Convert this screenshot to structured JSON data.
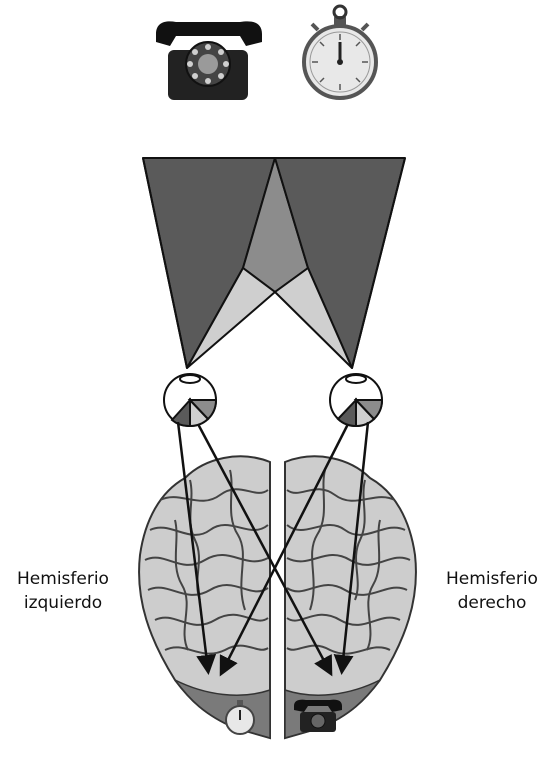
{
  "hemispheres": {
    "left_label_line1": "Hemisferio",
    "left_label_line2": "izquierdo",
    "right_label_line1": "Hemisferio",
    "right_label_line2": "derecho"
  },
  "stimuli": {
    "left_object_icon": "rotary-telephone-icon",
    "right_object_icon": "stopwatch-icon"
  },
  "colors": {
    "dark_field": "#5a5a5a",
    "mid_field": "#8c8c8c",
    "light_field": "#cfcfcf",
    "outline": "#111111",
    "brain_fill": "#cdcdcd",
    "visual_cortex": "#7a7a7a"
  }
}
